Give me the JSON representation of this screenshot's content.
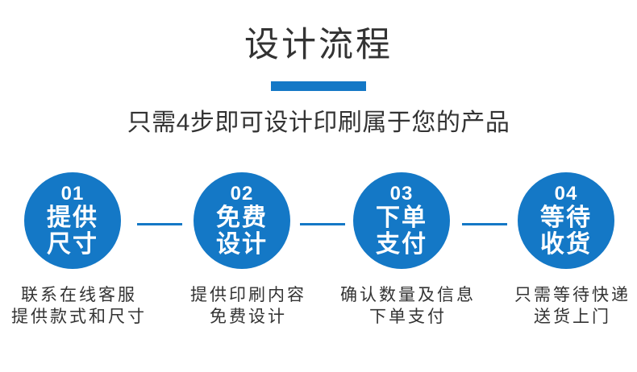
{
  "header": {
    "title": "设计流程",
    "subtitle": "只需4步即可设计印刷属于您的产品"
  },
  "colors": {
    "accent_blue": "#1478C6",
    "text_dark": "#333333",
    "circle_text": "#FFFFFF"
  },
  "steps": [
    {
      "number": "01",
      "label_line1": "提供",
      "label_line2": "尺寸",
      "caption_line1": "联系在线客服",
      "caption_line2": "提供款式和尺寸"
    },
    {
      "number": "02",
      "label_line1": "免费",
      "label_line2": "设计",
      "caption_line1": "提供印刷内容",
      "caption_line2": "免费设计"
    },
    {
      "number": "03",
      "label_line1": "下单",
      "label_line2": "支付",
      "caption_line1": "确认数量及信息",
      "caption_line2": "下单支付"
    },
    {
      "number": "04",
      "label_line1": "等待",
      "label_line2": "收货",
      "caption_line1": "只需等待快递",
      "caption_line2": "送货上门"
    }
  ]
}
